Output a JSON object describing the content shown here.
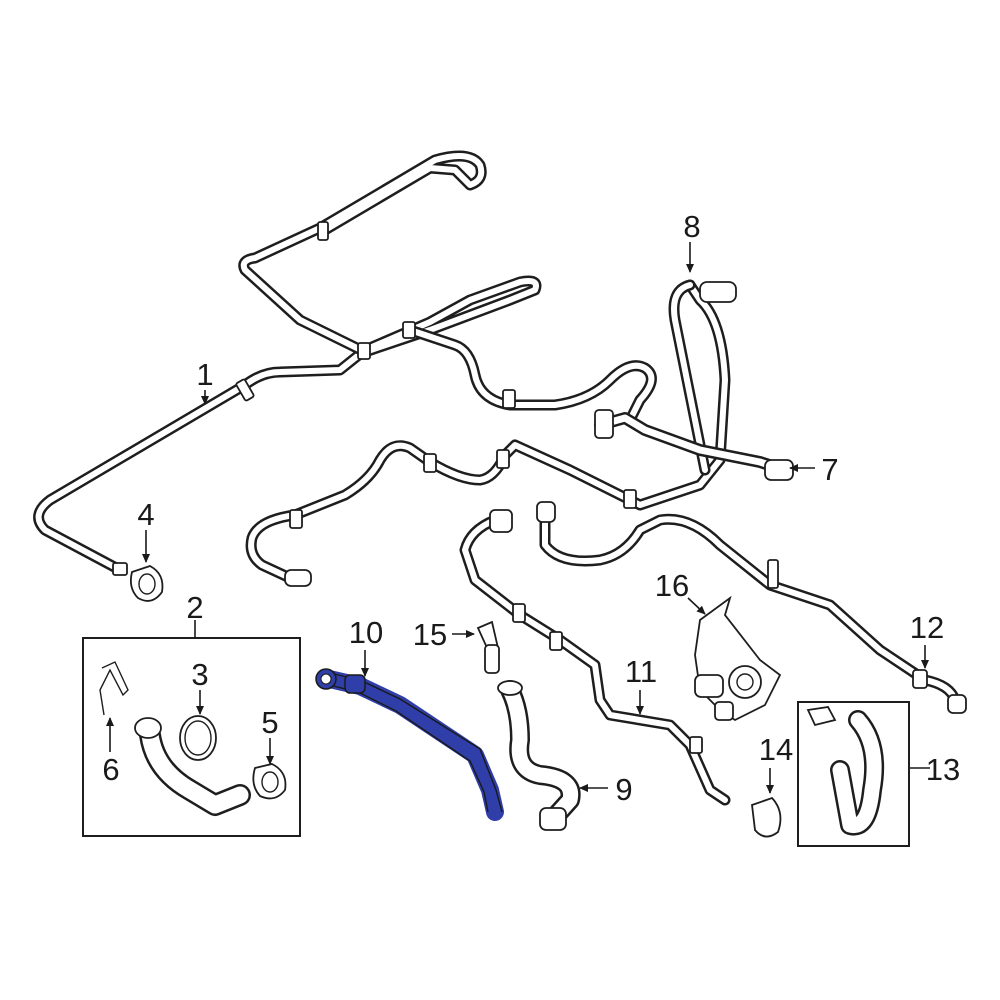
{
  "diagram": {
    "highlight_color": "#2f3ea8",
    "line_color": "#1e1e1e",
    "callouts": {
      "p1": "1",
      "p2": "2",
      "p3": "3",
      "p4": "4",
      "p5": "5",
      "p6": "6",
      "p7": "7",
      "p8": "8",
      "p9": "9",
      "p10": "10",
      "p11": "11",
      "p12": "12",
      "p13": "13",
      "p14": "14",
      "p15": "15",
      "p16": "16"
    },
    "highlighted_part": "10"
  }
}
